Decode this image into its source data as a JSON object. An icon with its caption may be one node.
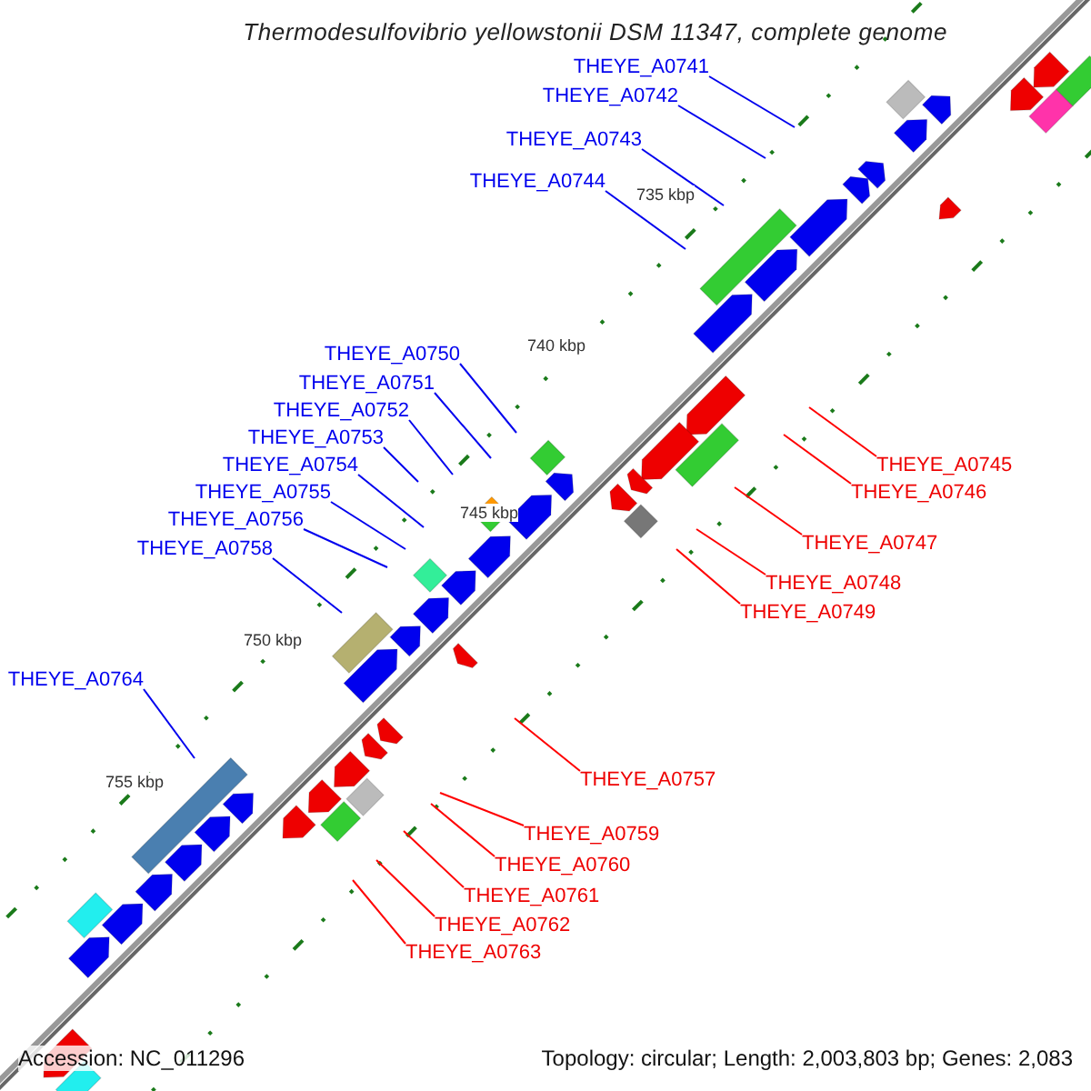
{
  "diagram": {
    "title": "Thermodesulfovibrio yellowstonii DSM 11347, complete genome",
    "nodes": [
      {
        "text": [
          "THEYE_A0741"
        ]
      },
      {
        "text": [
          "THEYE_A0742"
        ]
      },
      {
        "text": [
          "THEYE_A0743"
        ]
      },
      {
        "text": [
          "THEYE_A0744"
        ]
      },
      {
        "text": [
          "THEYE_A0750"
        ]
      },
      {
        "text": [
          "THEYE_A0751"
        ]
      },
      {
        "text": [
          "THEYE_A0752"
        ]
      },
      {
        "text": [
          "THEYE_A0753"
        ]
      },
      {
        "text": [
          "THEYE_A0745"
        ]
      },
      {
        "text": [
          "THEYE_A0754"
        ]
      },
      {
        "text": [
          "THEYE_A0746"
        ]
      },
      {
        "text": [
          "THEYE_A0755"
        ]
      },
      {
        "text": [
          "THEYE_A0756"
        ]
      },
      {
        "text": [
          "THEYE_A0747"
        ]
      },
      {
        "text": [
          "THEYE_A0758"
        ]
      },
      {
        "text": [
          "THEYE_A0748"
        ]
      },
      {
        "text": [
          "THEYE_A0749"
        ]
      },
      {
        "text": [
          "THEYE_A0764"
        ]
      },
      {
        "text": [
          "THEYE_A0757"
        ]
      },
      {
        "text": [
          "THEYE_A0759"
        ]
      },
      {
        "text": [
          "THEYE_A0760"
        ]
      },
      {
        "text": [
          "THEYE_A0761"
        ]
      },
      {
        "text": [
          "THEYE_A0762"
        ]
      },
      {
        "text": [
          "THEYE_A0763"
        ]
      }
    ],
    "edges": [
      {
        "from": 0,
        "to": null,
        "arrow": "none"
      },
      {
        "from": 1,
        "to": null,
        "arrow": "none"
      },
      {
        "from": 2,
        "to": null,
        "arrow": "none"
      },
      {
        "from": 3,
        "to": null,
        "arrow": "none"
      },
      {
        "from": 4,
        "to": null,
        "arrow": "none"
      },
      {
        "from": 5,
        "to": null,
        "arrow": "none"
      },
      {
        "from": 6,
        "to": null,
        "arrow": "none"
      },
      {
        "from": 7,
        "to": null,
        "arrow": "none"
      },
      {
        "from": 8,
        "to": null,
        "arrow": "none",
        "color": "#ff0000"
      },
      {
        "from": 9,
        "to": null,
        "arrow": "none"
      },
      {
        "from": 10,
        "to": null,
        "arrow": "none",
        "color": "#ff0000"
      },
      {
        "from": 11,
        "to": null,
        "arrow": "none"
      },
      {
        "from": 12,
        "to": null,
        "arrow": "none"
      },
      {
        "from": 13,
        "to": null,
        "arrow": "none",
        "color": "#ff0000"
      },
      {
        "from": 14,
        "to": null,
        "arrow": "none"
      },
      {
        "from": 15,
        "to": null,
        "arrow": "none",
        "color": "#ff0000"
      },
      {
        "from": 16,
        "to": null,
        "arrow": "none",
        "color": "#ff0000"
      },
      {
        "from": 17,
        "to": null,
        "arrow": "none"
      },
      {
        "from": 18,
        "to": null,
        "arrow": "none",
        "color": "#ff0000"
      },
      {
        "from": 19,
        "to": null,
        "arrow": "none",
        "color": "#ff0000"
      },
      {
        "from": 20,
        "to": null,
        "arrow": "none",
        "color": "#ff0000"
      },
      {
        "from": 21,
        "to": null,
        "arrow": "none",
        "color": "#ff0000"
      },
      {
        "from": 22,
        "to": null,
        "arrow": "none",
        "color": "#ff0000"
      },
      {
        "from": 23,
        "to": null,
        "arrow": "none",
        "color": "#ff0000"
      }
    ],
    "labels": [
      "735 kbp",
      "740 kbp",
      "745 kbp",
      "750 kbp",
      "755 kbp",
      "Accession: NC_011296",
      "Topology: circular; Length: 2,003,803 bp; Genes: 2,083"
    ]
  }
}
